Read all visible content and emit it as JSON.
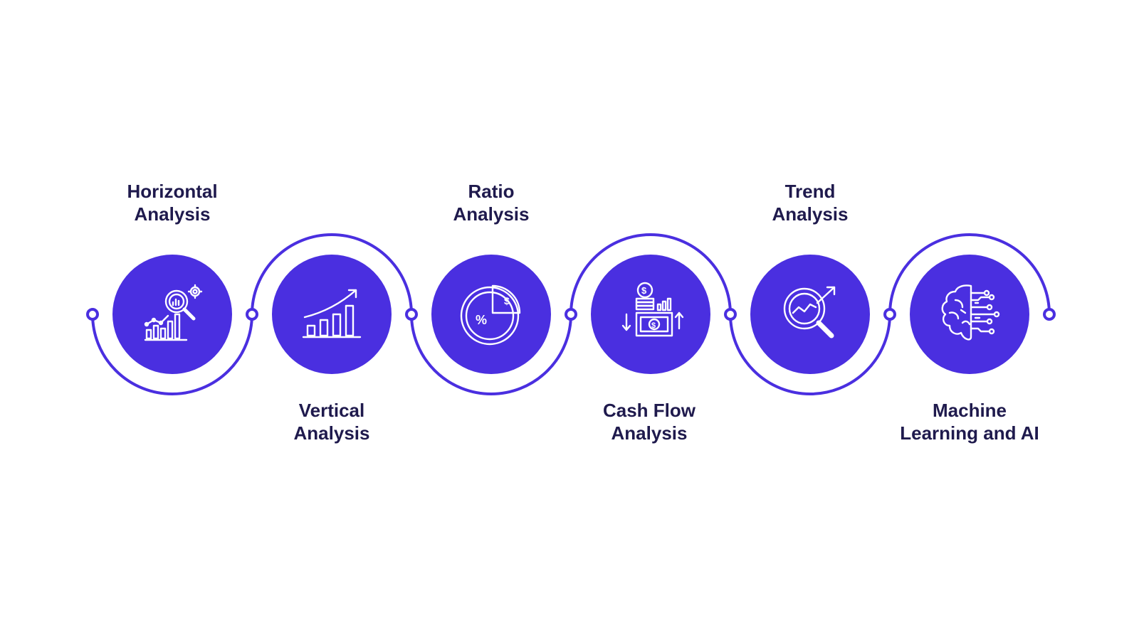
{
  "colors": {
    "accent": "#4a2fe0",
    "line": "#4a2fe0",
    "text": "#1f1a4d",
    "icon": "#ffffff"
  },
  "steps": [
    {
      "title_line1": "Horizontal",
      "title_line2": "Analysis",
      "icon": "analytics-magnifier-gear-icon"
    },
    {
      "title_line1": "Vertical",
      "title_line2": "Analysis",
      "icon": "growth-bar-chart-icon"
    },
    {
      "title_line1": "Ratio",
      "title_line2": "Analysis",
      "icon": "pie-chart-percent-dollar-icon"
    },
    {
      "title_line1": "Cash Flow",
      "title_line2": "Analysis",
      "icon": "cash-flow-icon"
    },
    {
      "title_line1": "Trend",
      "title_line2": "Analysis",
      "icon": "trend-magnifier-icon"
    },
    {
      "title_line1": "Machine",
      "title_line2": "Learning and AI",
      "icon": "ai-brain-circuit-icon"
    }
  ]
}
